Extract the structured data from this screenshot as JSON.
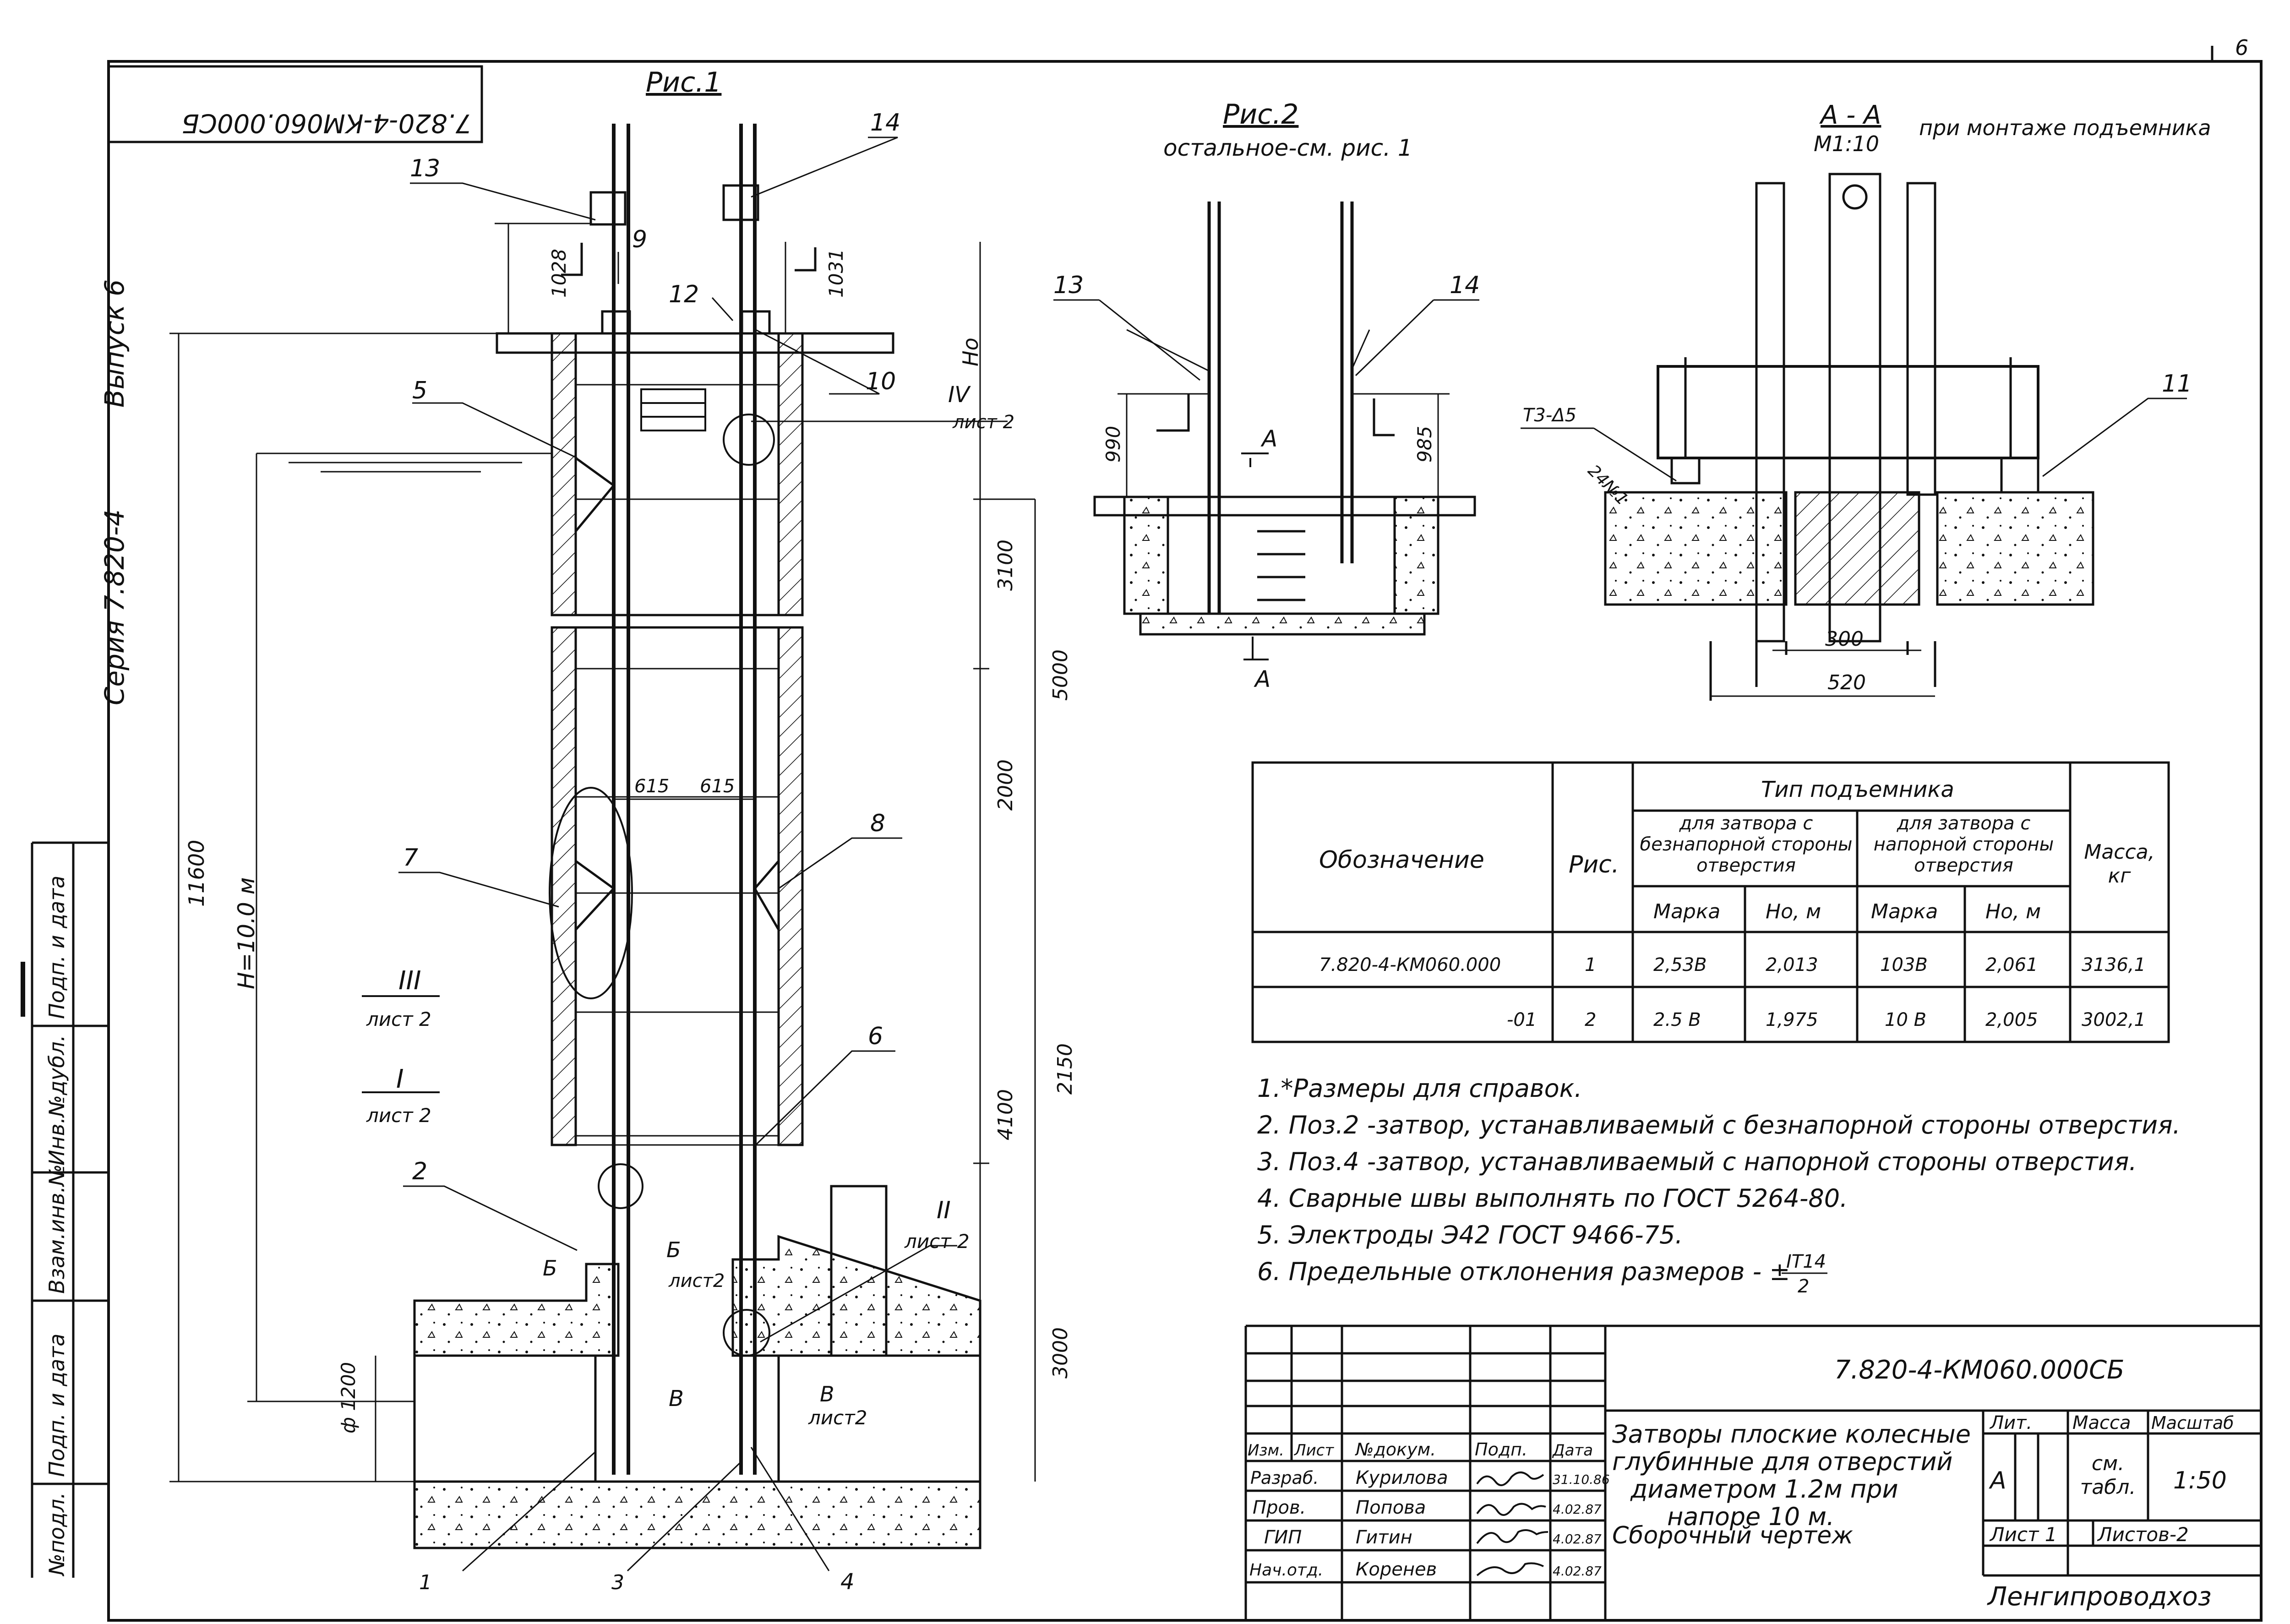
{
  "sheet": {
    "page_number": "6",
    "doc_code_rotated": "7.820-4-КМ060.000СБ",
    "issue": "Выпуск 6",
    "series": "Серия 7.820-4"
  },
  "side_stamp": {
    "col1": "Подп. и дата",
    "col2": "Инв.№дубл.",
    "col3": "Взам.инв.№",
    "col4": "Подп. и дата",
    "col5": "№подл."
  },
  "fig1": {
    "title": "Рис.1",
    "callouts": [
      "13",
      "14",
      "9",
      "12",
      "10",
      "5",
      "7",
      "8",
      "2",
      "6",
      "1",
      "3",
      "4"
    ],
    "section_marks": {
      "IV": "IV",
      "IV_sheet": "лист 2",
      "III": "III",
      "III_sheet": "лист 2",
      "I": "I",
      "I_sheet": "лист 2",
      "II": "II",
      "II_sheet": "лист 2",
      "B5": "Б",
      "B5_sheet": "лист2",
      "B_mark": "Б",
      "V": "В",
      "V_sheet": "лист2",
      "V_left": "В"
    },
    "dims": {
      "d1028": "1028",
      "d1031": "1031",
      "Ho": "Но",
      "d3100": "3100",
      "d5000": "5000",
      "d2000": "2000",
      "d2150": "2150",
      "d4100": "4100",
      "d3000": "3000",
      "d11600": "11600",
      "H": "H=10.0 м",
      "phi": "ф 1200",
      "d615a": "615",
      "d615b": "615"
    }
  },
  "fig2": {
    "title": "Рис.2",
    "subtitle": "остальное-см. рис. 1",
    "callouts": [
      "13",
      "14"
    ],
    "dims": {
      "d990": "990",
      "d985": "985"
    },
    "section": "А"
  },
  "sectionAA": {
    "title": "А - А",
    "scale": "М1:10",
    "note": "при монтаже подъемника",
    "weld": "Т3-Δ5",
    "weld2": "24№1",
    "callout": "11",
    "dims": {
      "d300": "300",
      "d520": "520"
    }
  },
  "spec_table": {
    "col_designation": "Обозначение",
    "col_fig": "Рис.",
    "col_type": "Тип подъемника",
    "sub_a": "для затвора с безнапорной стороны отверстия",
    "sub_b": "для затвора с напорной стороны отверстия",
    "col_mass": "Масса, кг",
    "col_mark": "Марка",
    "col_ho": "Но, м",
    "rows": [
      [
        "7.820-4-КМ060.000",
        "1",
        "2,53В",
        "2,013",
        "103В",
        "2,061",
        "3136,1"
      ],
      [
        "-01",
        "2",
        "2.5 В",
        "1,975",
        "10 В",
        "2,005",
        "3002,1"
      ]
    ]
  },
  "notes": [
    "1.*Размеры для справок.",
    "2. Поз.2 -затвор, устанавливаемый с безнапорной стороны отверстия.",
    "3. Поз.4 -затвор, устанавливаемый с напорной стороны отверстия.",
    "4. Сварные швы выполнять по ГОСТ 5264-80.",
    "5. Электроды Э42 ГОСТ 9466-75.",
    "6. Предельные отклонения размеров - ±"
  ],
  "tolerance": {
    "num": "IT14",
    "den": "2"
  },
  "title_block": {
    "code": "7.820-4-КМ060.000СБ",
    "title_lines": [
      "Затворы плоские колесные",
      "глубинные для отверстий",
      "диаметром 1.2м при",
      "напоре 10 м."
    ],
    "subtitle": "Сборочный чертеж",
    "head": [
      "Изм.",
      "Лист",
      "№докум.",
      "Подп.",
      "Дата"
    ],
    "people": [
      [
        "Разраб.",
        "Курилова",
        "31.10.86"
      ],
      [
        "Пров.",
        "Попова",
        "4.02.87"
      ],
      [
        "ГИП",
        "Гитин",
        "4.02.87"
      ],
      [
        "Нач.отд.",
        "Коренев",
        "4.02.87"
      ]
    ],
    "lit": "Лит.",
    "mass": "Масса",
    "scale_h": "Масштаб",
    "lit_val": "А",
    "mass_val": "см. табл.",
    "scale_val": "1:50",
    "sheet": "Лист 1",
    "sheets": "Листов-2",
    "org": "Ленгипроводхоз"
  }
}
